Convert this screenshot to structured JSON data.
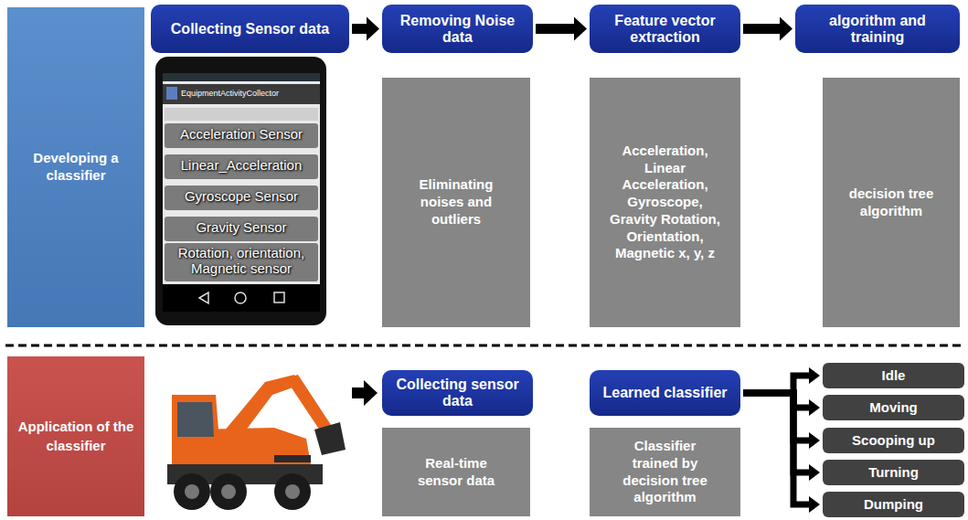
{
  "diagram": {
    "nodes": [
      {
        "text": [
          "Developing a classifier"
        ]
      },
      {
        "text": [
          "Collecting Sensor data"
        ]
      },
      {
        "text": [
          "Removing Noise data"
        ]
      },
      {
        "text": [
          "Eliminating noises and outliers"
        ]
      },
      {
        "text": [
          "Feature vector extraction"
        ]
      },
      {
        "text": [
          "Acceleration, Linear Acceleration, Gyroscope, Gravity Rotation, Orientation, Magnetic x, y, z"
        ]
      },
      {
        "text": [
          "algorithm and training"
        ]
      },
      {
        "text": [
          "decision tree algorithm"
        ]
      },
      {
        "text": [
          "Application of the classifier"
        ]
      },
      {
        "text": [
          "Collecting sensor data"
        ]
      },
      {
        "text": [
          "Real-time sensor data"
        ]
      },
      {
        "text": [
          "Learned classifier"
        ]
      },
      {
        "text": [
          "Classifier trained by decision tree algorithm"
        ]
      },
      {
        "text": [
          "Idle"
        ]
      },
      {
        "text": [
          "Moving"
        ]
      },
      {
        "text": [
          "Scooping up"
        ]
      },
      {
        "text": [
          "Turning"
        ]
      },
      {
        "text": [
          "Dumping"
        ]
      }
    ],
    "edges": [
      {
        "from": 1,
        "to": 2,
        "arrow": "to"
      },
      {
        "from": 2,
        "to": 4,
        "arrow": "to"
      },
      {
        "from": 4,
        "to": 6,
        "arrow": "to"
      },
      {
        "from": 11,
        "to": 13,
        "arrow": "to"
      },
      {
        "from": 11,
        "to": 14,
        "arrow": "to"
      },
      {
        "from": 11,
        "to": 15,
        "arrow": "to"
      },
      {
        "from": 11,
        "to": 16,
        "arrow": "to"
      },
      {
        "from": 11,
        "to": 17,
        "arrow": "to"
      }
    ],
    "labels": [
      "EquipmentActivityCollector",
      "Acceleration Sensor",
      "Linear_Acceleration",
      "Gyroscope Sensor",
      "Gravity Sensor",
      "Rotation, orientation, Magnetic sensor"
    ]
  }
}
